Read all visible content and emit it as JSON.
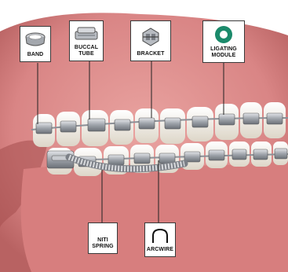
{
  "labels": {
    "band": "BAND",
    "buccal_tube": "BUCCAL\nTUBE",
    "bracket": "BRACKET",
    "ligating_module": "LIGATING\nMODULE",
    "niti_spring": "NITI\nSPRING",
    "arcwire": "ARCWIRE"
  },
  "icons": {
    "band": "metal-band-icon",
    "buccal_tube": "buccal-tube-icon",
    "bracket": "bracket-icon",
    "ligating_module": "elastic-ring-icon",
    "arcwire": "arch-wire-icon"
  },
  "colors": {
    "gum": "#d98585",
    "gum_dark": "#b35c5c",
    "lip": "#c96b6b",
    "tooth": "#f3efe6",
    "metal": "#a9adb3",
    "ligature_green": "#1b8a6b"
  }
}
